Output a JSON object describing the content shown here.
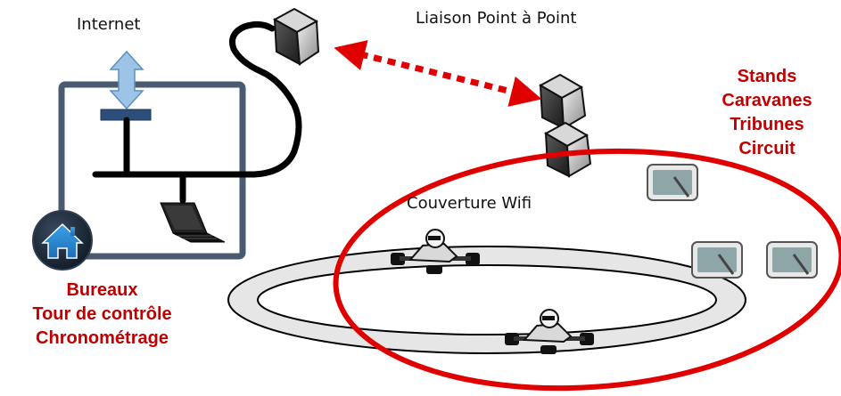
{
  "labels": {
    "internet": "Internet",
    "link": "Liaison Point à Point",
    "wifi": "Couverture Wifi"
  },
  "offices": {
    "lines": [
      "Bureaux",
      "Tour de contrôle",
      "Chronométrage"
    ]
  },
  "venue": {
    "lines": [
      "Stands",
      "Caravanes",
      "Tribunes",
      "Circuit"
    ]
  },
  "icons": [
    "home-icon",
    "laptop-icon",
    "antenna-icon",
    "tablet-icon",
    "kart-icon"
  ],
  "colors": {
    "accent": "#e00000",
    "label_red": "#c00000",
    "frame": "#4a5a70",
    "cable": "#000000",
    "arrow": "#9dc3e6",
    "track": "#e6e6e6"
  }
}
